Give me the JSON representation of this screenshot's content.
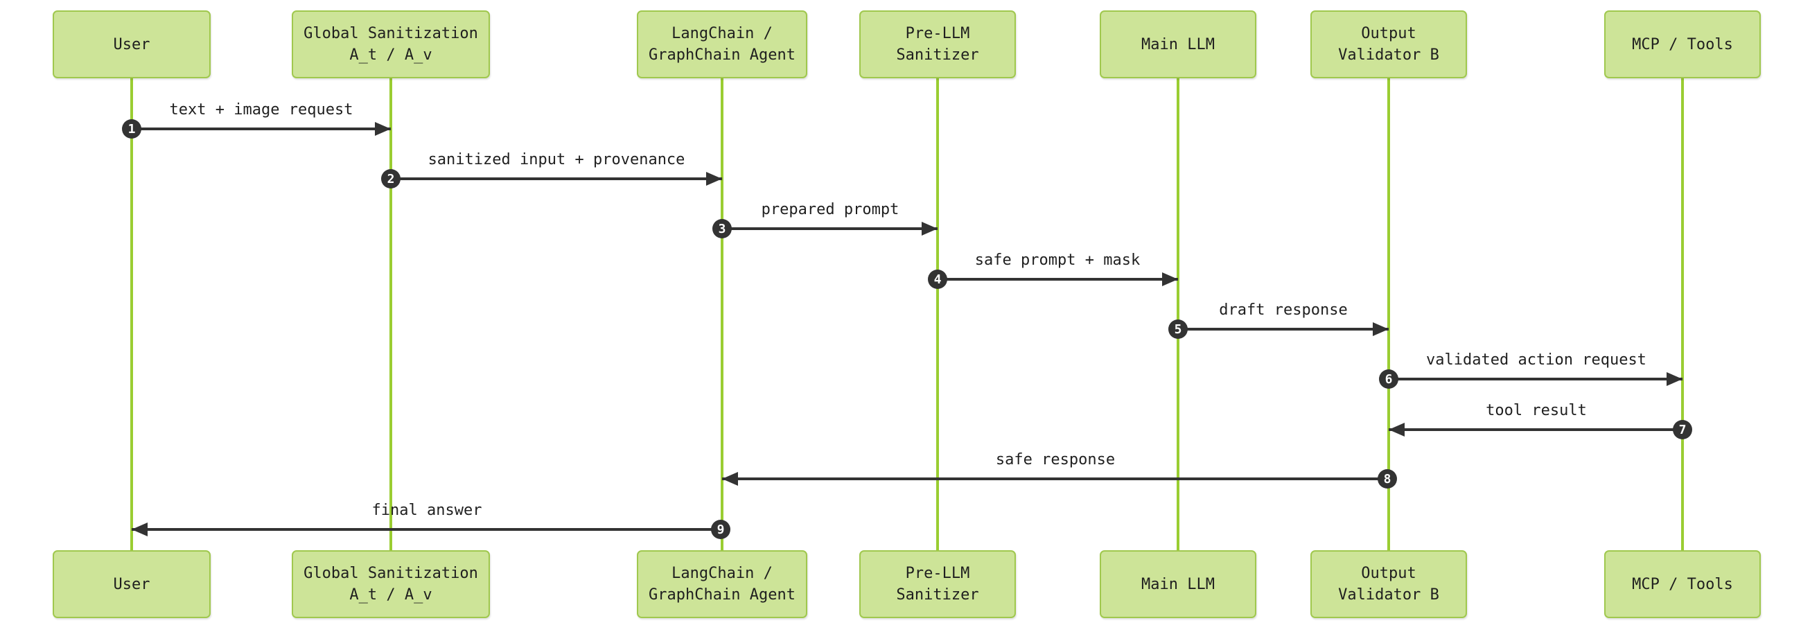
{
  "diagram_type": "sequence",
  "colors": {
    "actor_fill": "#cde498",
    "actor_border": "#a0c84e",
    "lifeline": "#9acd32",
    "arrow": "#333333",
    "number_bg": "#333333",
    "number_text": "#ffffff",
    "text": "#1f1f1f",
    "background": "#ffffff"
  },
  "participants": [
    {
      "id": "user",
      "label": "User"
    },
    {
      "id": "global-sanitization",
      "label": "Global Sanitization\nA_t / A_v"
    },
    {
      "id": "langchain-agent",
      "label": "LangChain /\nGraphChain Agent"
    },
    {
      "id": "pre-llm-sanitizer",
      "label": "Pre-LLM\nSanitizer"
    },
    {
      "id": "main-llm",
      "label": "Main LLM"
    },
    {
      "id": "output-validator",
      "label": "Output\nValidator B"
    },
    {
      "id": "mcp-tools",
      "label": "MCP / Tools"
    }
  ],
  "messages": [
    {
      "num": "1",
      "label": "text + image request",
      "from": "User",
      "to": "Global Sanitization A_t / A_v",
      "direction": "right"
    },
    {
      "num": "2",
      "label": "sanitized input + provenance",
      "from": "Global Sanitization A_t / A_v",
      "to": "LangChain / GraphChain Agent",
      "direction": "right"
    },
    {
      "num": "3",
      "label": "prepared prompt",
      "from": "LangChain / GraphChain Agent",
      "to": "Pre-LLM Sanitizer",
      "direction": "right"
    },
    {
      "num": "4",
      "label": "safe prompt + mask",
      "from": "Pre-LLM Sanitizer",
      "to": "Main LLM",
      "direction": "right"
    },
    {
      "num": "5",
      "label": "draft response",
      "from": "Main LLM",
      "to": "Output Validator B",
      "direction": "right"
    },
    {
      "num": "6",
      "label": "validated action request",
      "from": "Output Validator B",
      "to": "MCP / Tools",
      "direction": "right"
    },
    {
      "num": "7",
      "label": "tool result",
      "from": "MCP / Tools",
      "to": "Output Validator B",
      "direction": "left"
    },
    {
      "num": "8",
      "label": "safe response",
      "from": "Output Validator B",
      "to": "LangChain / GraphChain Agent",
      "direction": "left"
    },
    {
      "num": "9",
      "label": "final answer",
      "from": "LangChain / GraphChain Agent",
      "to": "User",
      "direction": "left"
    }
  ]
}
